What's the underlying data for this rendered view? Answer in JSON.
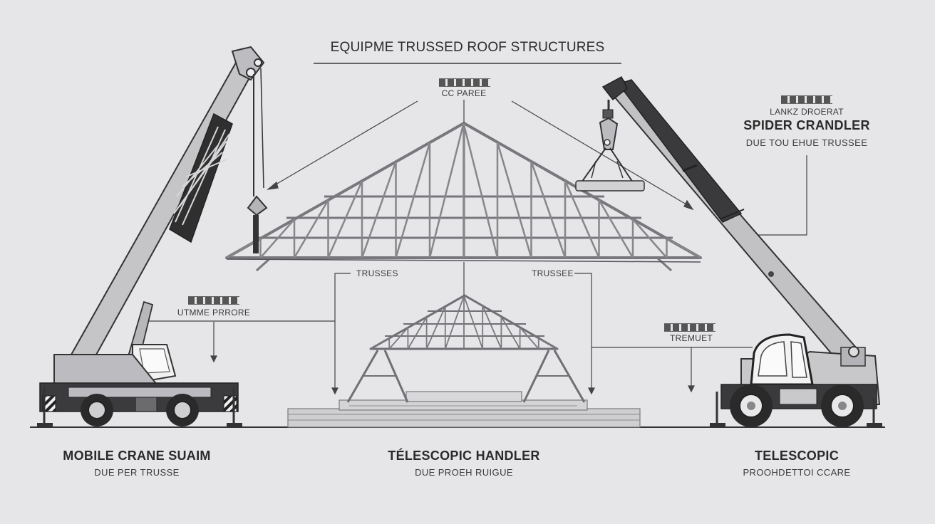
{
  "title": "EQUIPME TRUSSED ROOF STRUCTURES",
  "labels": {
    "top_center": "CC PAREE",
    "mid_left_callout": "UTMME PRRORE",
    "trusses_left": "TRUSSES",
    "trusses_right": "TRUSSEE",
    "right_callout": "TREMUET",
    "right_upper_small": "LANKZ DROERAT",
    "right_upper_big": "SPIDER CRANDLER",
    "right_upper_sub": "DUE TOU EHUE TRUSSEE"
  },
  "equipment": [
    {
      "name": "MOBILE CRANE  SUAIM",
      "sub": "DUE PER TRUSSE"
    },
    {
      "name": "TÉLESCOPIC HANDLER",
      "sub": "DUE PROEH RUIGUE"
    },
    {
      "name": "TELESCOPIC",
      "sub": "PROOHDETTOI CCARE"
    }
  ],
  "icons": {
    "title_underline": "divider-line",
    "crane_left": "mobile-crane-icon",
    "crane_right": "telescopic-crane-icon",
    "load": "pallet-load-icon"
  },
  "colors": {
    "background": "#e6e6e8",
    "line": "#3a3a3a",
    "steel": "#8e8e92",
    "body": "#c9c9cc",
    "dark": "#2c2c2c"
  }
}
